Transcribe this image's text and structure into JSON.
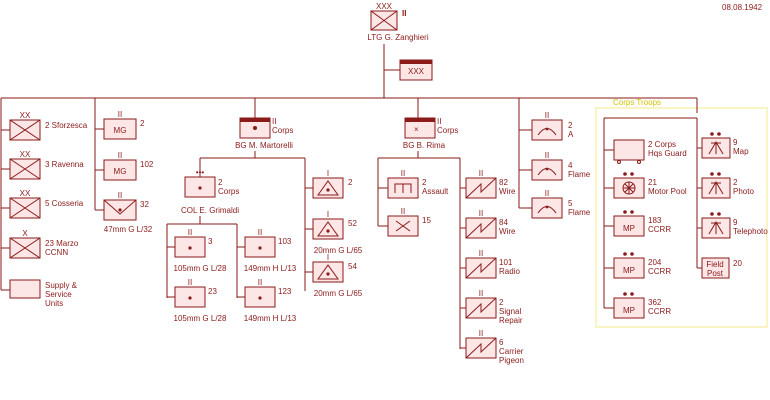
{
  "date": "08.08.1942",
  "hq": {
    "echelon": "XXX",
    "roman": "II",
    "commander": "LTG G. Zanghieri"
  },
  "hq_staff": {
    "echelon": "XXX"
  },
  "corps_troops_label": "Corps Troops",
  "divisions": [
    {
      "echelon": "XX",
      "label": "2 Sforzesca"
    },
    {
      "echelon": "XX",
      "label": "3 Ravenna"
    },
    {
      "echelon": "XX",
      "label": "5 Cosseria"
    },
    {
      "echelon": "X",
      "label": "23 Marzo\nCCNN"
    },
    {
      "label": "Supply &\nService\nUnits"
    }
  ],
  "mg_units": [
    {
      "echelon": "II",
      "symbol": "MG",
      "label": "2"
    },
    {
      "echelon": "II",
      "symbol": "MG",
      "label": "102"
    },
    {
      "echelon": "II",
      "label": "32",
      "sub": "47mm G L/32"
    }
  ],
  "artillery_group": {
    "echelon": "II",
    "suffix": "Corps",
    "commander": "BG M. Martorelli",
    "regiment": {
      "echelon": "•••",
      "label": "2\nCorps",
      "commander": "COL E. Grimaldi"
    },
    "battalions": [
      {
        "echelon": "II",
        "label": "3",
        "sub": "105mm G L/28"
      },
      {
        "echelon": "II",
        "label": "103",
        "sub": "149mm H L/13"
      },
      {
        "echelon": "II",
        "label": "23",
        "sub": "105mm G L/28"
      },
      {
        "echelon": "II",
        "label": "123",
        "sub": "149mm H L/13"
      }
    ],
    "aa": [
      {
        "echelon": "I",
        "label": "2"
      },
      {
        "echelon": "I",
        "label": "52",
        "sub": "20mm G L/65"
      },
      {
        "echelon": "I",
        "label": "54",
        "sub": "20mm G L/65"
      }
    ]
  },
  "engineer_group": {
    "echelon": "II",
    "suffix": "Corps",
    "commander": "BG B. Rima",
    "units": [
      {
        "echelon": "II",
        "label": "2",
        "label2": "Assault"
      },
      {
        "echelon": "II",
        "label": "15"
      }
    ],
    "signals": [
      {
        "echelon": "II",
        "label": "82\nWire"
      },
      {
        "echelon": "II",
        "label": "84\nWire"
      },
      {
        "echelon": "II",
        "label": "101\nRadio"
      },
      {
        "echelon": "II",
        "label": "2\nSignal\nRepair"
      },
      {
        "echelon": "II",
        "label": "6\nCarrier\nPigeon"
      }
    ]
  },
  "chemical": [
    {
      "echelon": "II",
      "label": "2\nA"
    },
    {
      "echelon": "II",
      "label": "4\nFlame"
    },
    {
      "echelon": "II",
      "label": "5\nFlame"
    }
  ],
  "corps_troops": [
    {
      "label": "2 Corps\nHqs Guard"
    },
    {
      "label": "21\nMotor Pool"
    },
    {
      "symbol": "MP",
      "label": "183\nCCRR"
    },
    {
      "symbol": "MP",
      "label": "204\nCCRR"
    },
    {
      "symbol": "MP",
      "label": "362\nCCRR"
    }
  ],
  "corps_troops_right": [
    {
      "label": "9\nMap"
    },
    {
      "label": "2\nPhoto"
    },
    {
      "label": "9\nTelephoto"
    },
    {
      "symbol": "Field\nPost",
      "label": "20"
    }
  ]
}
